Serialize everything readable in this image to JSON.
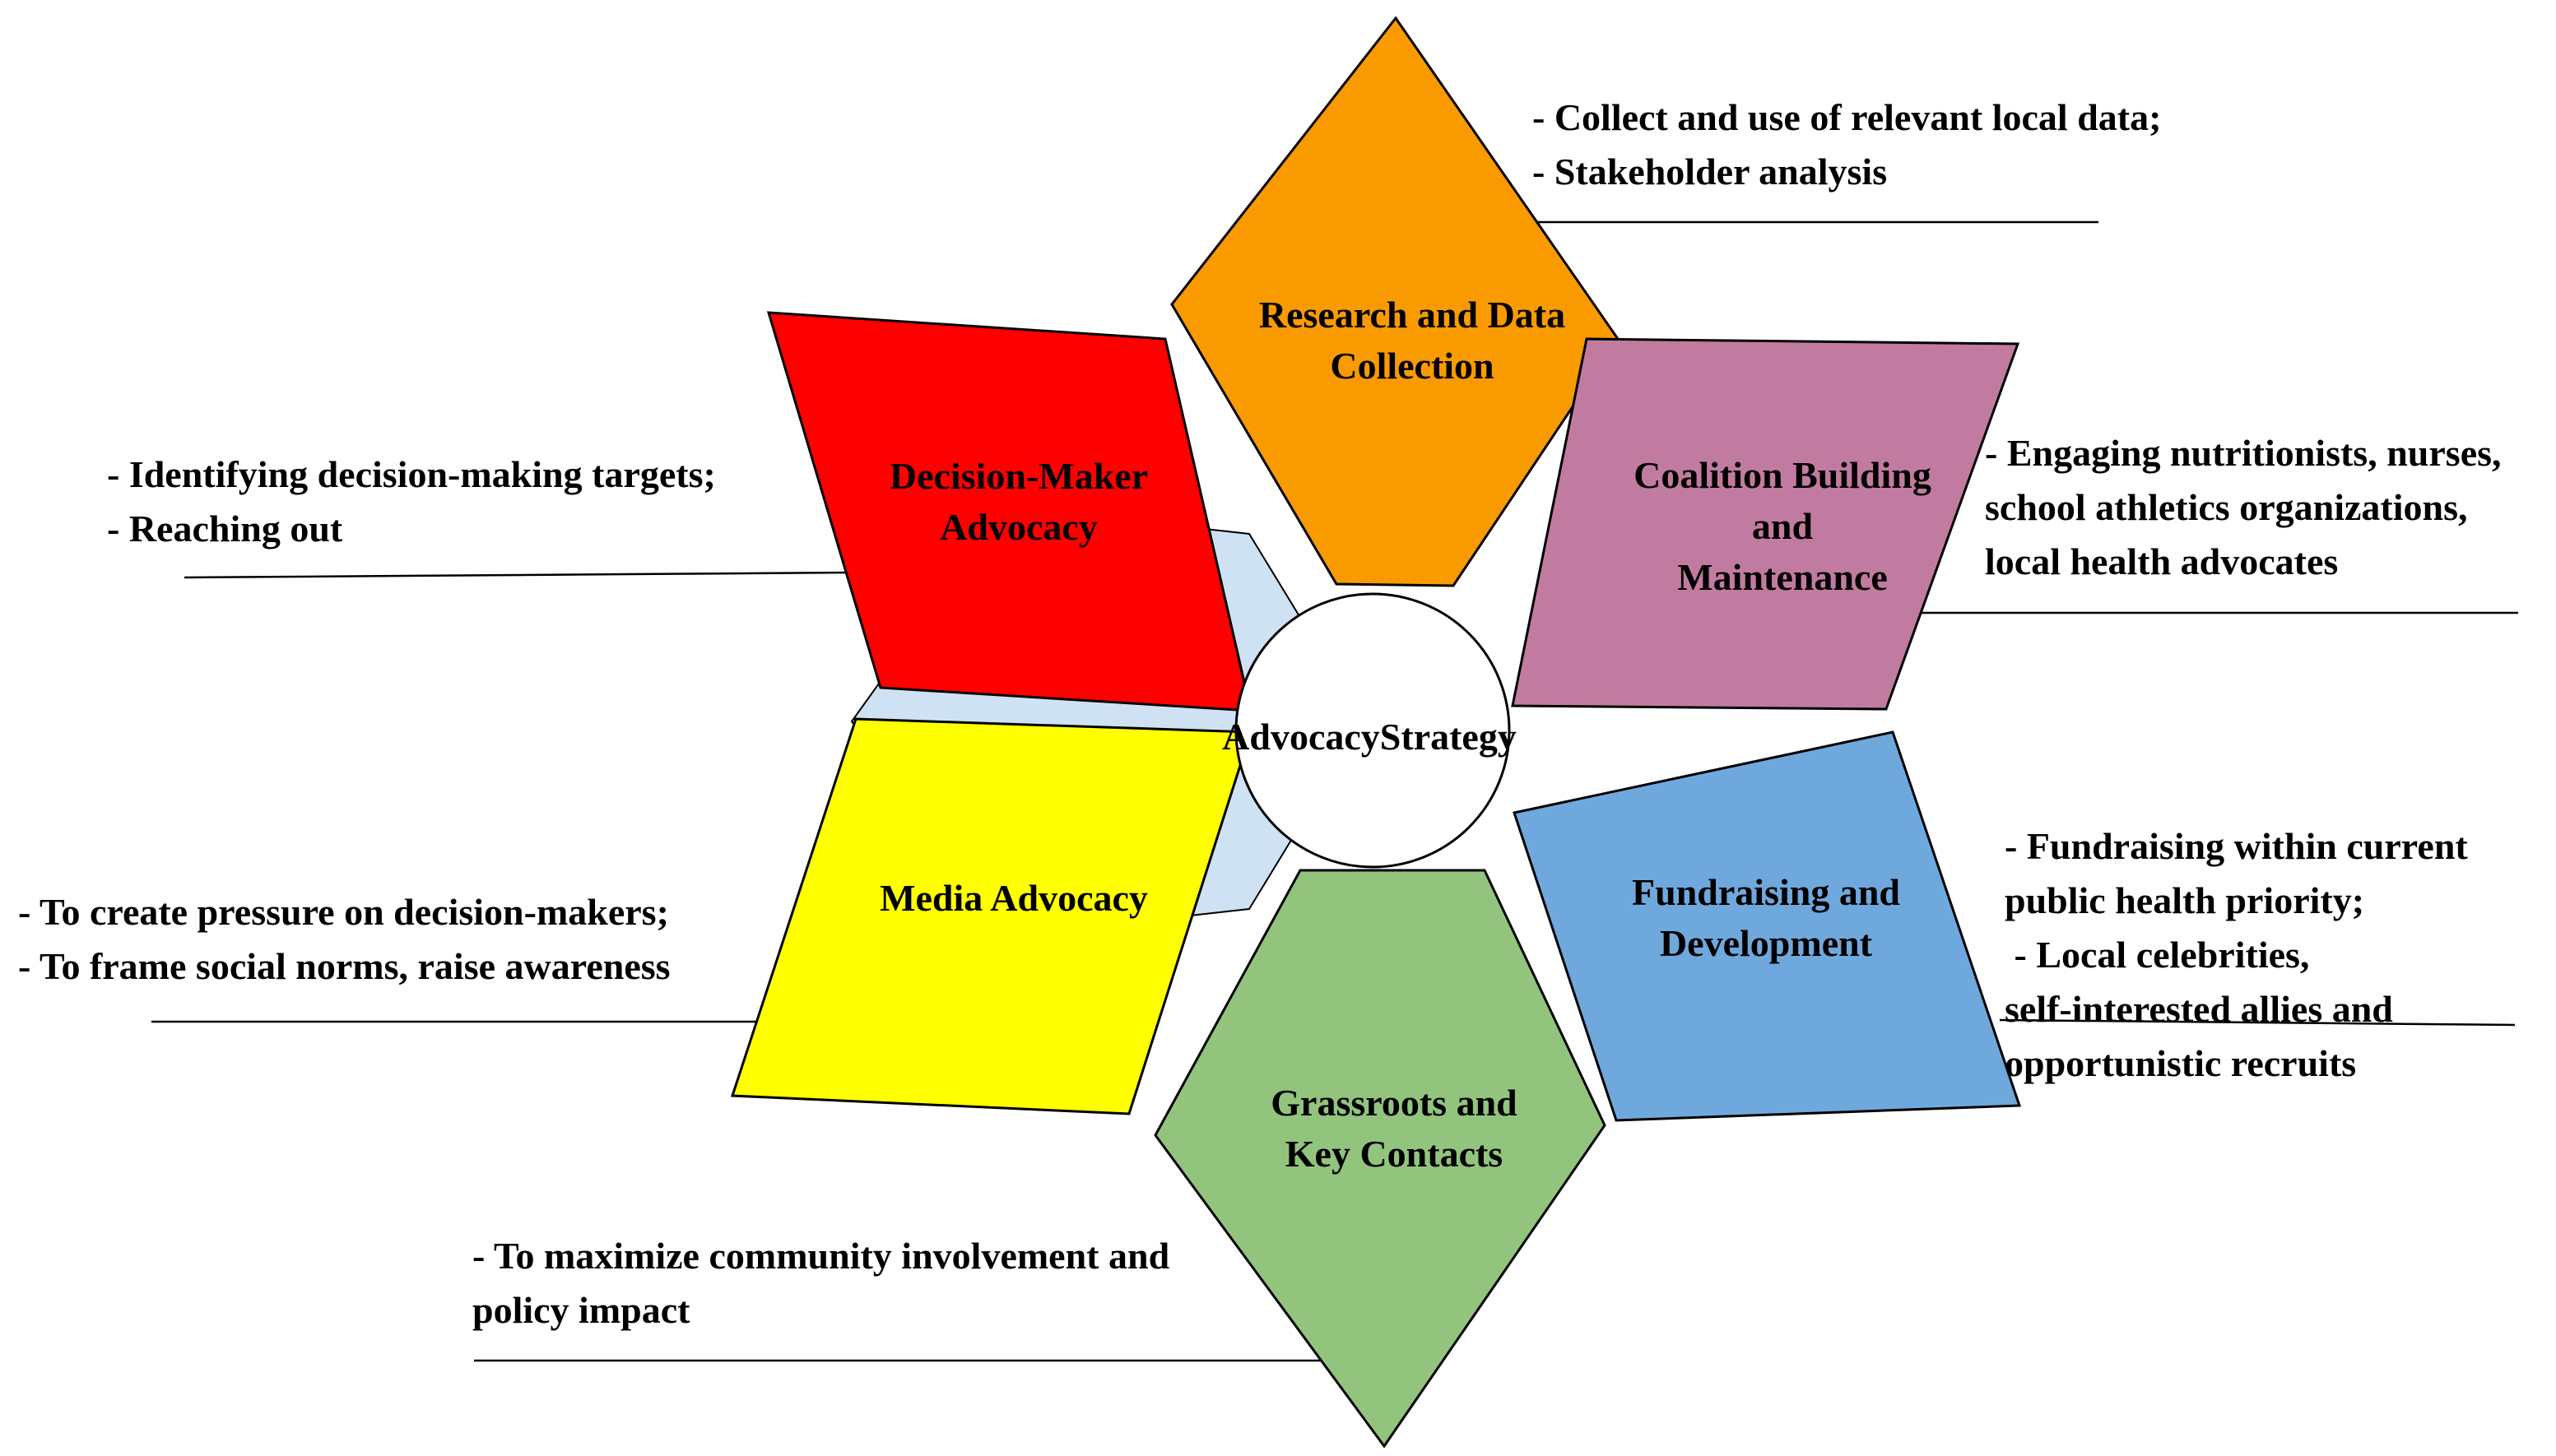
{
  "center": {
    "lines": [
      "Advocacy",
      "Strategy"
    ]
  },
  "petals": [
    {
      "id": "research",
      "lines": [
        "Research and Data",
        "Collection"
      ],
      "color": "#f99a00",
      "notes": [
        "- Collect and use of relevant local data;",
        "- Stakeholder analysis"
      ]
    },
    {
      "id": "coalition",
      "lines": [
        "Coalition Building",
        "and",
        "Maintenance"
      ],
      "color": "#c27ba0",
      "notes": [
        "- Engaging nutritionists, nurses,",
        "school athletics organizations,",
        "local health advocates"
      ]
    },
    {
      "id": "fundraising",
      "lines": [
        "Fundraising and",
        "Development"
      ],
      "color": "#6fa8dc",
      "notes": [
        "- Fundraising within current",
        "public health priority;",
        " - Local celebrities,",
        "self-interested allies and",
        "opportunistic recruits"
      ]
    },
    {
      "id": "grassroots",
      "lines": [
        "Grassroots and",
        "Key Contacts"
      ],
      "color": "#93c47d",
      "notes": [
        "- To maximize community involvement and",
        "policy impact"
      ]
    },
    {
      "id": "media",
      "lines": [
        "Media Advocacy"
      ],
      "color": "#ffff00",
      "notes": [
        "- To create pressure on decision-makers;",
        "- To frame social norms, raise awareness"
      ]
    },
    {
      "id": "decision",
      "lines": [
        "Decision-Maker",
        "Advocacy"
      ],
      "color": "#ff0000",
      "notes": [
        "- Identifying decision-making targets;",
        "- Reaching out"
      ]
    }
  ],
  "colors": {
    "hexagon_fill": "#cfe2f3",
    "outline": "#000000",
    "circle_fill": "#ffffff"
  }
}
